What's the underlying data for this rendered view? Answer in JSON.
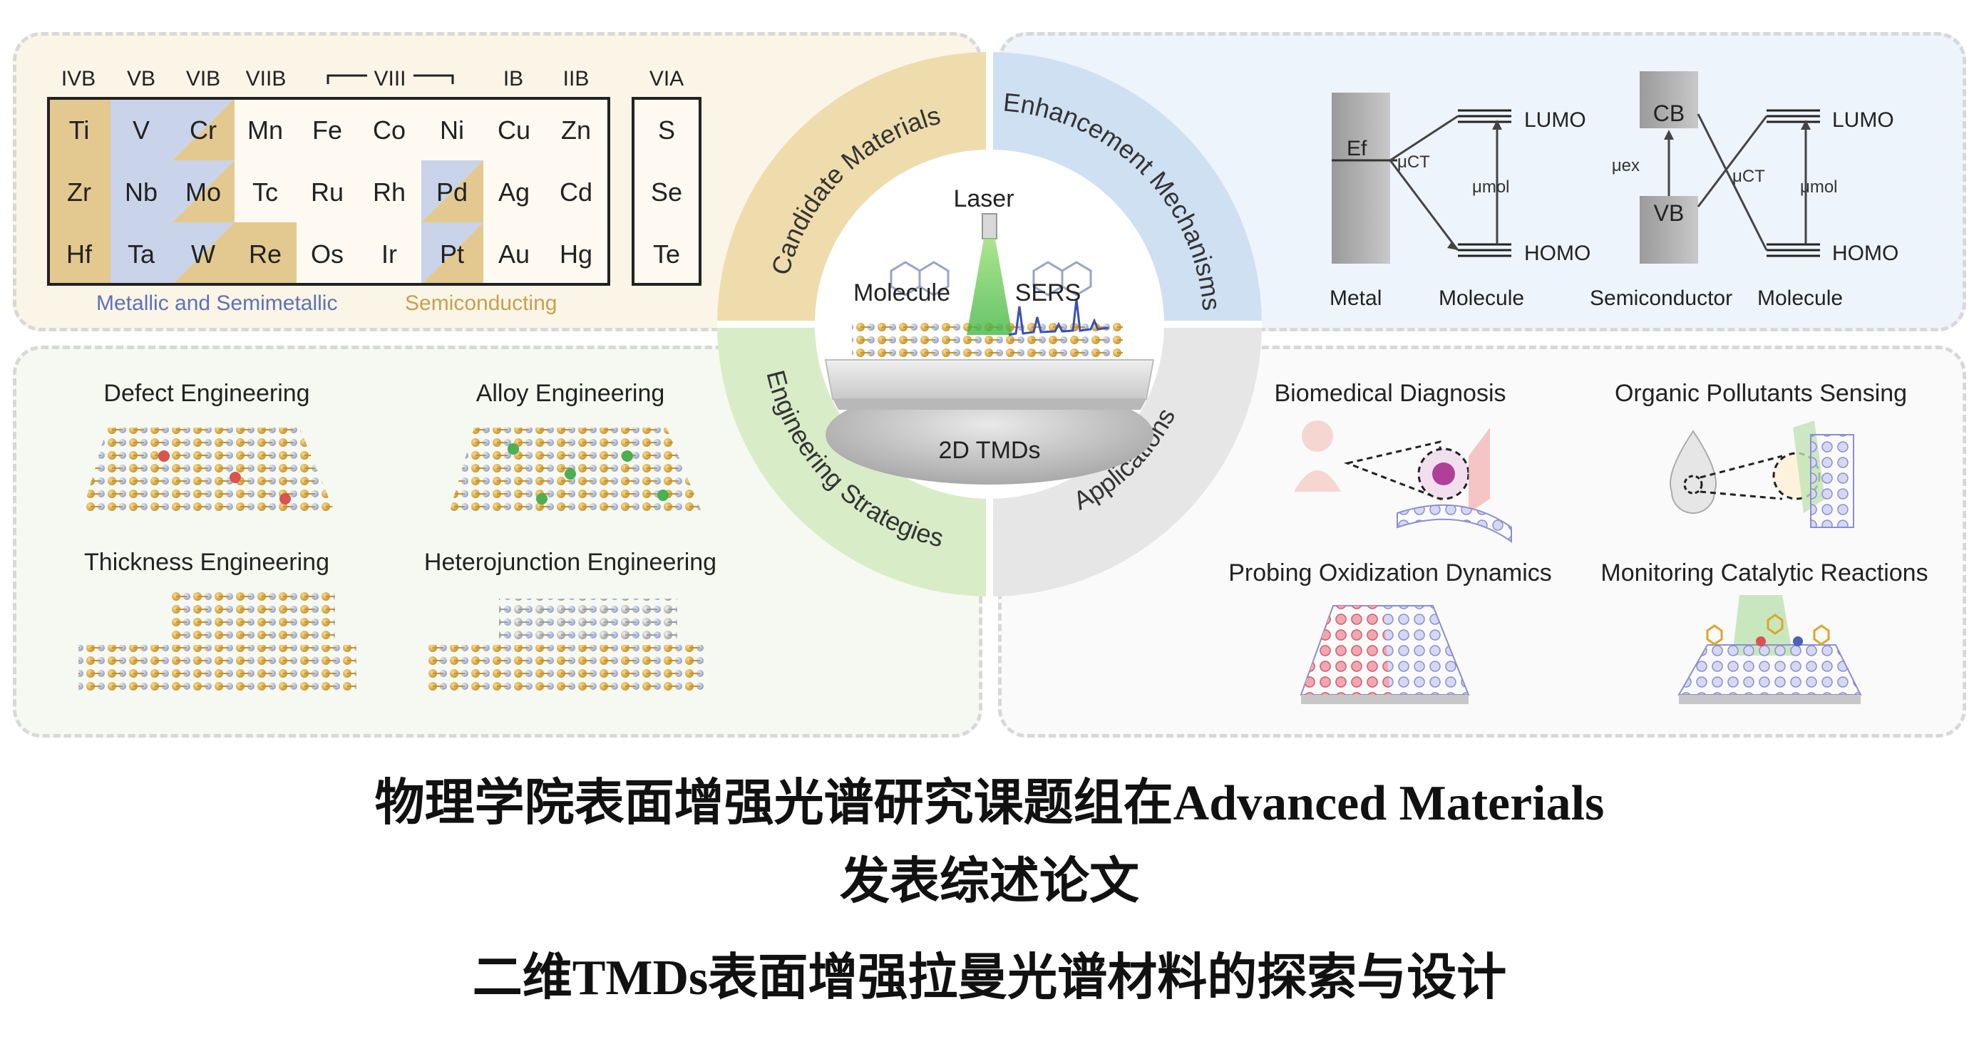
{
  "periodic": {
    "groups": [
      "IVB",
      "VB",
      "VIB",
      "VIIB",
      "VIII",
      "IB",
      "IIB",
      "VIA"
    ],
    "rows": [
      [
        "Ti",
        "V",
        "Cr",
        "Mn",
        "Fe",
        "Co",
        "Ni",
        "Cu",
        "Zn"
      ],
      [
        "Zr",
        "Nb",
        "Mo",
        "Tc",
        "Ru",
        "Rh",
        "Pd",
        "Ag",
        "Cd"
      ],
      [
        "Hf",
        "Ta",
        "W",
        "Re",
        "Os",
        "Ir",
        "Pt",
        "Au",
        "Hg"
      ]
    ],
    "via": [
      "S",
      "Se",
      "Te"
    ],
    "legend_metallic": "Metallic and Semimetallic",
    "legend_semi": "Semiconducting",
    "colors": {
      "metallic": "#c9d3ea",
      "semi": "#e3c98f",
      "metallic_text": "#5b73b8",
      "semi_text": "#c9a04a"
    }
  },
  "wheel": {
    "q1": "Candidate Materials",
    "q2": "Enhancement Mechanisms",
    "q3": "Engineering Strategies",
    "q4": "Applications",
    "center_laser": "Laser",
    "center_molecule": "Molecule",
    "center_sers": "SERS",
    "center_tmds": "2D TMDs",
    "colors": {
      "q1": "#efdcac",
      "q2": "#cfe0f2",
      "q3": "#d9ecc8",
      "q4": "#e6e6e6"
    }
  },
  "mechanisms": {
    "metal": {
      "ef": "Ef",
      "ef_sub": "f",
      "uct": "μCT",
      "umol": "μmol",
      "lumo": "LUMO",
      "homo": "HOMO",
      "label_a": "Metal",
      "label_b": "Molecule"
    },
    "semi": {
      "cb": "CB",
      "vb": "VB",
      "uex": "μex",
      "uct": "μCT",
      "umol": "μmol",
      "lumo": "LUMO",
      "homo": "HOMO",
      "label_a": "Semiconductor",
      "label_b": "Molecule"
    }
  },
  "engineering": {
    "defect": "Defect Engineering",
    "alloy": "Alloy Engineering",
    "thickness": "Thickness Engineering",
    "hetero": "Heterojunction Engineering"
  },
  "applications": {
    "bio": "Biomedical Diagnosis",
    "organic": "Organic Pollutants Sensing",
    "oxid": "Probing Oxidization Dynamics",
    "catalytic": "Monitoring Catalytic Reactions"
  },
  "caption": {
    "line1_cn": "物理学院表面增强光谱研究课题组在",
    "line1_en": "Advanced Materials",
    "line2": "发表综述论文",
    "line3_a": "二维",
    "line3_b": "TMDs",
    "line3_c": "表面增强拉曼光谱材料的探索与设计"
  }
}
